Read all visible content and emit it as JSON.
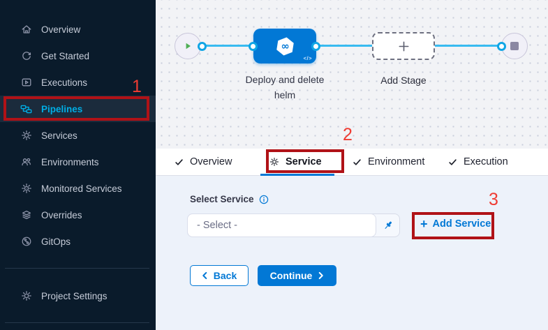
{
  "colors": {
    "accent_blue": "#0278d5",
    "active_cyan": "#00ade4",
    "flow_line_blue": "#38bbf0",
    "annotation_box_red": "#b01217",
    "annotation_number_red": "#ef3c33",
    "start_node_green": "#4fae55",
    "sidebar_bg": "#0a1b2b",
    "form_bg": "#edf2fa"
  },
  "sidebar": {
    "items": [
      {
        "label": "Overview",
        "icon": "home-icon",
        "active": false
      },
      {
        "label": "Get Started",
        "icon": "get-started-icon",
        "active": false
      },
      {
        "label": "Executions",
        "icon": "executions-icon",
        "active": false
      },
      {
        "label": "Pipelines",
        "icon": "pipelines-icon",
        "active": true
      },
      {
        "label": "Services",
        "icon": "services-icon",
        "active": false
      },
      {
        "label": "Environments",
        "icon": "environments-icon",
        "active": false
      },
      {
        "label": "Monitored Services",
        "icon": "monitored-services-icon",
        "active": false
      },
      {
        "label": "Overrides",
        "icon": "overrides-icon",
        "active": false
      },
      {
        "label": "GitOps",
        "icon": "gitops-icon",
        "active": false
      }
    ],
    "footer_item": {
      "label": "Project Settings",
      "icon": "gear-icon"
    }
  },
  "canvas": {
    "stage_label": "Deploy and delete helm",
    "add_stage_label": "Add Stage",
    "stage_code_badge": "</>"
  },
  "tabs": [
    {
      "label": "Overview",
      "icon": "check-icon",
      "active": false
    },
    {
      "label": "Service",
      "icon": "gear-icon",
      "active": true
    },
    {
      "label": "Environment",
      "icon": "check-icon",
      "active": false
    },
    {
      "label": "Execution",
      "icon": "check-icon",
      "active": false
    }
  ],
  "form": {
    "select_service_label": "Select Service",
    "select_value": "- Select -",
    "add_service_plus": "+",
    "add_service_label": "Add Service",
    "back_label": "Back",
    "continue_label": "Continue"
  },
  "annotations": [
    {
      "number": "1"
    },
    {
      "number": "2"
    },
    {
      "number": "3"
    }
  ]
}
